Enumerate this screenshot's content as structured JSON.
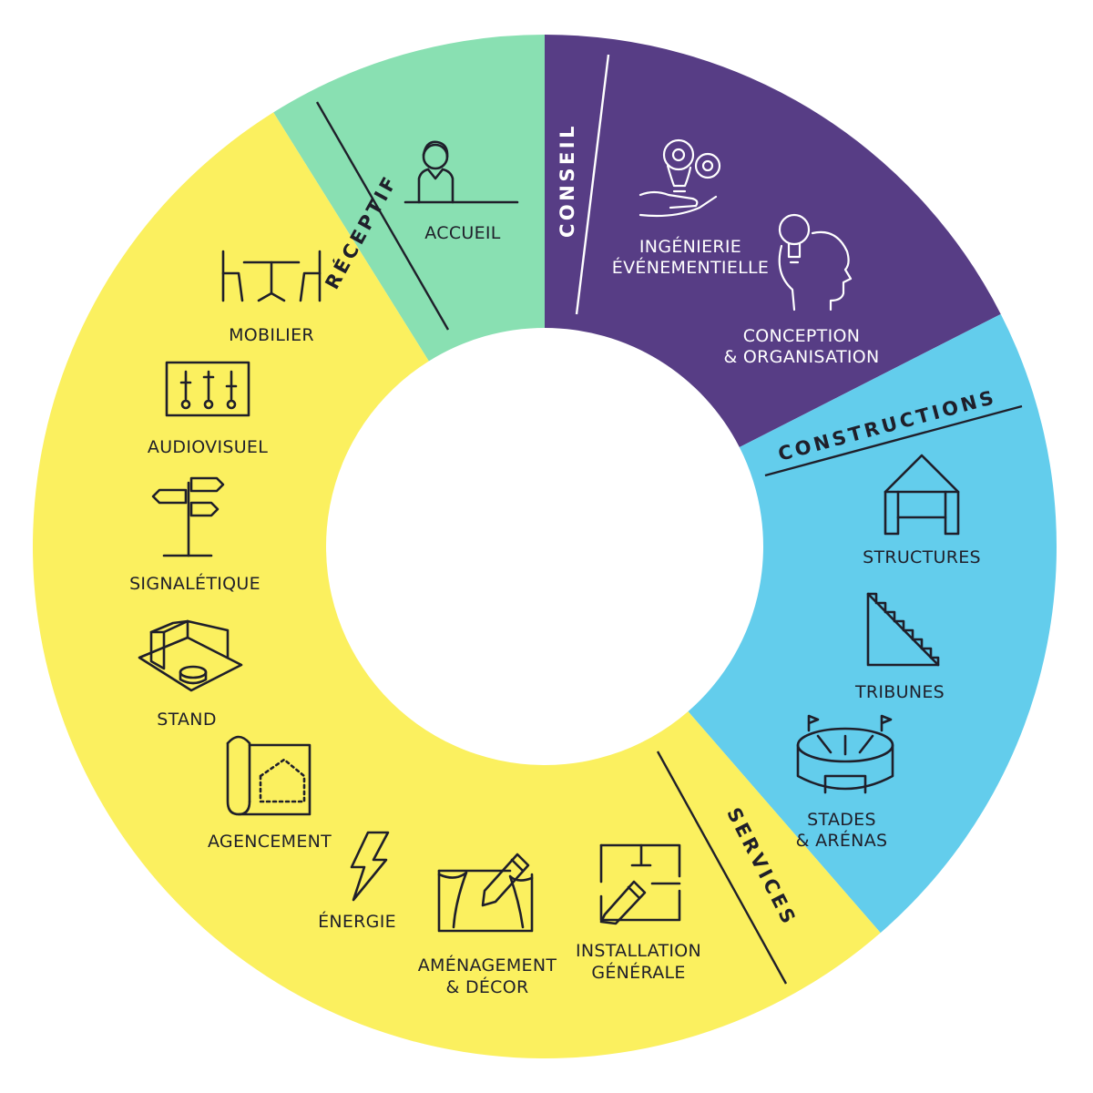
{
  "colors": {
    "receptif": "#89e0b2",
    "conseil": "#573d85",
    "constructions": "#63cdec",
    "services": "#fbf05f",
    "dark": "#1f1f2a",
    "light": "#ffffff"
  },
  "sections": {
    "receptif": "RÉCEPTIF",
    "conseil": "CONSEIL",
    "constructions": "CONSTRUCTIONS",
    "services": "SERVICES"
  },
  "items": {
    "accueil": "ACCUEIL",
    "ingenierie_1": "INGÉNIERIE",
    "ingenierie_2": "ÉVÉNEMENTIELLE",
    "conception_1": "CONCEPTION",
    "conception_2": "& ORGANISATION",
    "structures": "STRUCTURES",
    "tribunes": "TRIBUNES",
    "stades_1": "STADES",
    "stades_2": "& ARÉNAS",
    "mobilier": "MOBILIER",
    "audiovisuel": "AUDIOVISUEL",
    "signaletique": "SIGNALÉTIQUE",
    "stand": "STAND",
    "agencement": "AGENCEMENT",
    "energie": "ÉNERGIE",
    "amenagement_1": "AMÉNAGEMENT",
    "amenagement_2": "& DÉCOR",
    "installation_1": "INSTALLATION",
    "installation_2": "GÉNÉRALE"
  },
  "icons": {
    "accueil": "receptionist-icon",
    "ingenierie": "gears-lightbulb-hand-icon",
    "conception": "head-lightbulb-icon",
    "structures": "tent-structure-icon",
    "tribunes": "grandstand-icon",
    "stades": "stadium-icon",
    "mobilier": "table-chairs-icon",
    "audiovisuel": "mixer-panel-icon",
    "signaletique": "signpost-icon",
    "stand": "exhibition-stand-icon",
    "agencement": "blueprint-plan-icon",
    "energie": "lightning-bolt-icon",
    "amenagement": "stage-pencil-icon",
    "installation": "floorplan-pencil-icon"
  }
}
